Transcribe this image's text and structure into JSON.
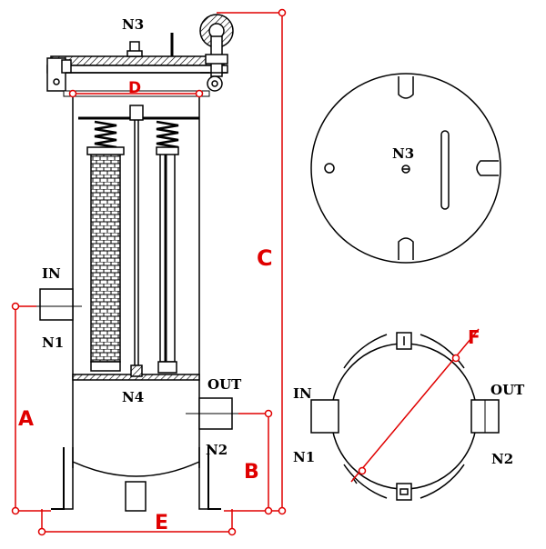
{
  "colors": {
    "line": "#000000",
    "dimension": "#e00000",
    "background": "#ffffff"
  },
  "labels": {
    "n3_top": "N3",
    "in_side": "IN",
    "n1_side": "N1",
    "n4": "N4",
    "out_side": "OUT",
    "n2_side": "N2",
    "n3_lid": "N3",
    "in_plan": "IN",
    "out_plan": "OUT",
    "n1_plan": "N1",
    "n2_plan": "N2"
  },
  "dimensions": {
    "a": "A",
    "b": "B",
    "c": "C",
    "d": "D",
    "e": "E",
    "f": "F"
  }
}
